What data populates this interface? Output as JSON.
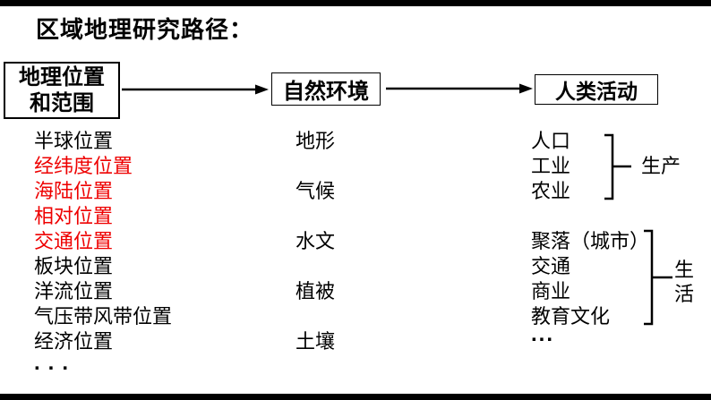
{
  "title": "区域地理研究路径：",
  "flow": {
    "box1": {
      "line1": "地理位置",
      "line2": "和范围"
    },
    "box2": "自然环境",
    "box3": "人类活动"
  },
  "columns": {
    "location": {
      "items": [
        {
          "text": "半球位置",
          "red": false
        },
        {
          "text": "经纬度位置",
          "red": true
        },
        {
          "text": "海陆位置",
          "red": true
        },
        {
          "text": "相对位置",
          "red": true
        },
        {
          "text": "交通位置",
          "red": true
        },
        {
          "text": "板块位置",
          "red": false
        },
        {
          "text": "洋流位置",
          "red": false
        },
        {
          "text": "气压带风带位置",
          "red": false
        },
        {
          "text": "经济位置",
          "red": false
        }
      ],
      "ellipsis": "..."
    },
    "environment": {
      "items": [
        "地形",
        "气候",
        "水文",
        "植被",
        "土壤"
      ]
    },
    "human": {
      "production": {
        "items": [
          "人口",
          "工业",
          "农业"
        ],
        "label": "生产"
      },
      "life": {
        "items": [
          "聚落（城市）",
          "交通",
          "商业",
          "教育文化"
        ],
        "label_line1": "生",
        "label_line2": "活",
        "ellipsis": "..."
      }
    }
  },
  "colors": {
    "red": "#ee0000",
    "text": "#000000",
    "background": "#ffffff"
  }
}
